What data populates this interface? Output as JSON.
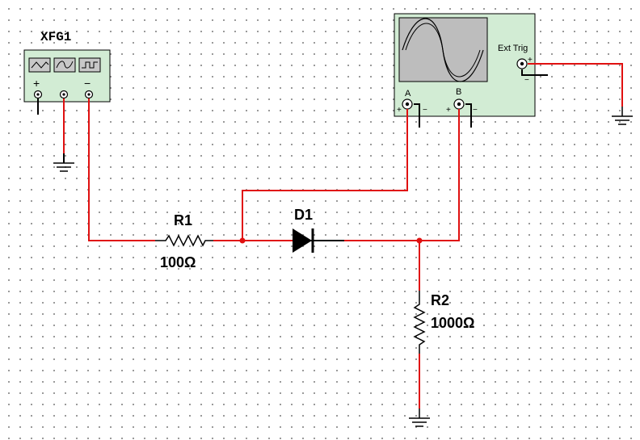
{
  "function_generator": {
    "name": "XFG1",
    "plus_label": "+",
    "minus_label": "−",
    "waveform_icons": [
      "triangle-wave-icon",
      "sine-wave-icon",
      "square-wave-icon"
    ]
  },
  "oscilloscope": {
    "channel_a_label": "A",
    "channel_b_label": "B",
    "ext_trig_label": "Ext Trig",
    "plus_label": "+",
    "minus_label": "−"
  },
  "r1": {
    "name": "R1",
    "value": "100Ω"
  },
  "d1": {
    "name": "D1"
  },
  "r2": {
    "name": "R2",
    "value": "1000Ω"
  },
  "colors": {
    "wire_active": "#e01010",
    "instrument_face": "#d2ecd4",
    "screen_bg": "#bdbdbd"
  }
}
